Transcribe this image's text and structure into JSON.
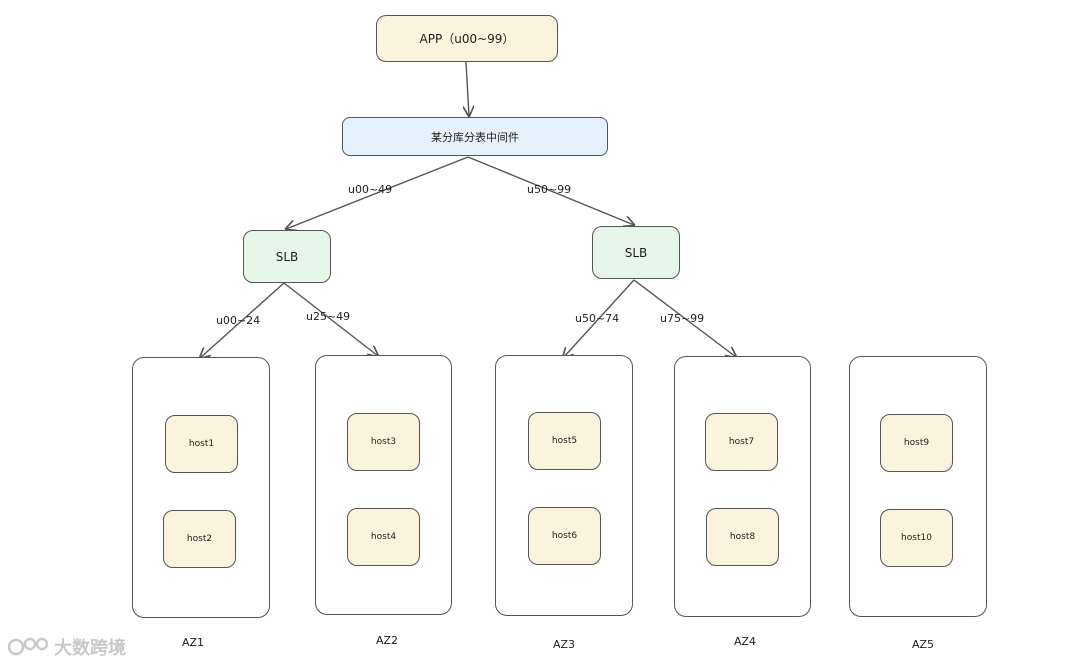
{
  "app_node": {
    "label": "APP（u00~99）"
  },
  "middleware_node": {
    "label": "某分库分表中间件"
  },
  "edges": {
    "mw_to_slb1": "u00~49",
    "mw_to_slb2": "u50~99",
    "slb1_to_az1": "u00~24",
    "slb1_to_az2": "u25~49",
    "slb2_to_az3": "u50~74",
    "slb2_to_az4": "u75~99"
  },
  "slb_nodes": [
    {
      "label": "SLB"
    },
    {
      "label": "SLB"
    }
  ],
  "availability_zones": [
    {
      "label": "AZ1",
      "hosts": [
        "host1",
        "host2"
      ]
    },
    {
      "label": "AZ2",
      "hosts": [
        "host3",
        "host4"
      ]
    },
    {
      "label": "AZ3",
      "hosts": [
        "host5",
        "host6"
      ]
    },
    {
      "label": "AZ4",
      "hosts": [
        "host7",
        "host8"
      ]
    },
    {
      "label": "AZ5",
      "hosts": [
        "host9",
        "host10"
      ]
    }
  ],
  "watermark": {
    "text": "大数跨境"
  },
  "colors": {
    "app_fill": "#fbf3dd",
    "middleware_fill": "#e5f1fd",
    "slb_fill": "#e6f6e8",
    "host_fill": "#fbf3dd",
    "stroke": "#555555"
  }
}
